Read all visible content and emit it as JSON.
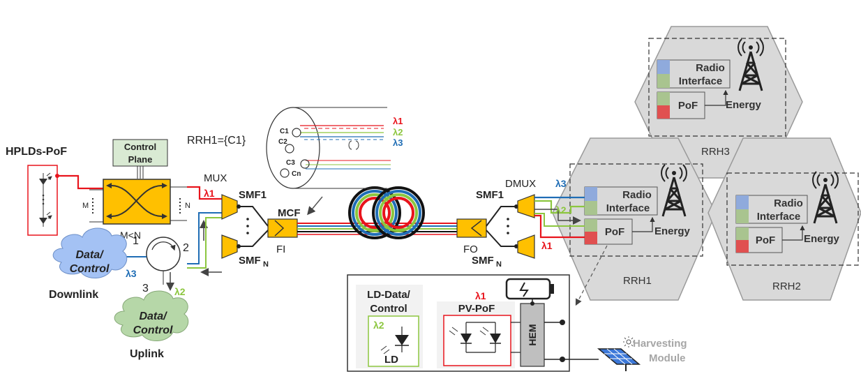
{
  "labels": {
    "hplds": "HPLDs-PoF",
    "control_plane_1": "Control",
    "control_plane_2": "Plane",
    "mux": "MUX",
    "m": "M",
    "n": "N",
    "m_lt_n": "M<N",
    "rrh1_eq": "RRH1={C1}",
    "smf1_left": "SMF1",
    "smfn_left": "SMF",
    "smfn_left_sub": "N",
    "mcf": "MCF",
    "fi": "FI",
    "fo": "FO",
    "smf1_right": "SMF1",
    "smfn_right": "SMF",
    "smfn_right_sub": "N",
    "dmux": "DMUX",
    "circ_1": "1",
    "circ_2": "2",
    "circ_3": "3",
    "downlink_1": "Data/",
    "downlink_2": "Control",
    "downlink_caption": "Downlink",
    "uplink_1": "Data/",
    "uplink_2": "Control",
    "uplink_caption": "Uplink",
    "lambda1": "λ1",
    "lambda2": "λ2",
    "lambda3": "λ3",
    "core_c1": "C1",
    "core_c2": "C2",
    "core_c3": "C3",
    "core_cn": "Cn",
    "radio_1": "Radio",
    "radio_2": "Interface",
    "pof": "PoF",
    "energy": "Energy",
    "rrh1": "RRH1",
    "rrh2": "RRH2",
    "rrh3": "RRH3",
    "ld_data_1": "LD-Data/",
    "ld_data_2": "Control",
    "ld": "LD",
    "pv_pof": "PV-PoF",
    "hem": "HEM",
    "harvesting_1": "Harvesting",
    "harvesting_2": "Module"
  },
  "colors": {
    "lambda1": "#e8141c",
    "lambda2": "#8cc63f",
    "lambda3": "#1f6db5",
    "switch_fill": "#ffc000",
    "control_plane_fill": "#d9ead3",
    "downlink_cloud": "#a4c2f4",
    "uplink_cloud": "#b6d7a8",
    "hex_fill": "#d9d9d9",
    "box_fill": "#d9d9d9"
  }
}
